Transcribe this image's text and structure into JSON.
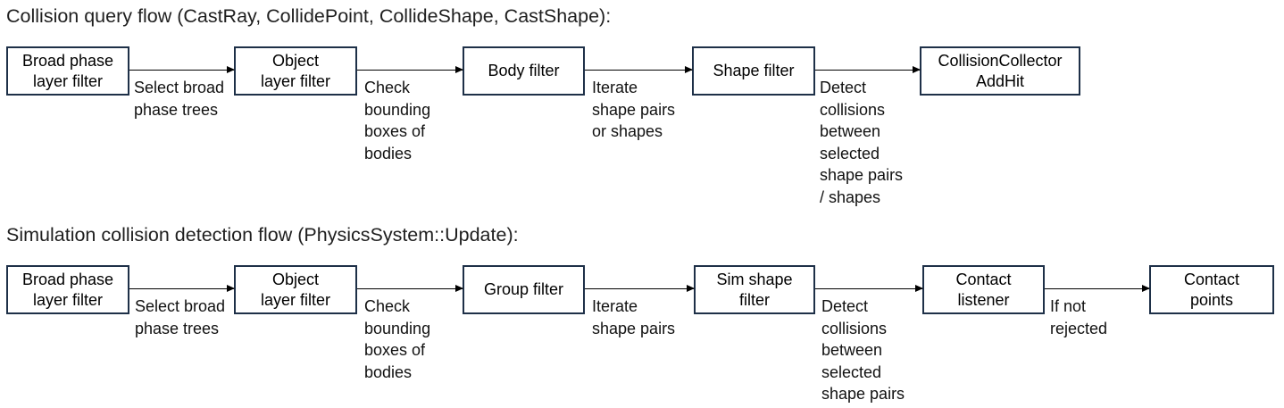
{
  "colors": {
    "box_border": "#1e3048",
    "arrow": "#000000",
    "text": "#1a1a1a",
    "background": "#ffffff"
  },
  "flow1": {
    "title": "Collision query flow (CastRay, CollidePoint, CollideShape, CastShape):",
    "nodes": [
      {
        "id": "broad-phase-layer-filter",
        "label": "Broad phase\nlayer filter"
      },
      {
        "id": "object-layer-filter",
        "label": "Object\nlayer filter"
      },
      {
        "id": "body-filter",
        "label": "Body filter"
      },
      {
        "id": "shape-filter",
        "label": "Shape filter"
      },
      {
        "id": "collision-collector-addhit",
        "label": "CollisionCollector\nAddHit"
      }
    ],
    "edge_labels": [
      "Select broad\nphase trees",
      "Check\nbounding\nboxes of\nbodies",
      "Iterate\nshape pairs\nor shapes",
      "Detect\ncollisions\nbetween\nselected\nshape pairs\n/ shapes"
    ]
  },
  "flow2": {
    "title": "Simulation collision detection flow (PhysicsSystem::Update):",
    "nodes": [
      {
        "id": "broad-phase-layer-filter",
        "label": "Broad phase\nlayer filter"
      },
      {
        "id": "object-layer-filter",
        "label": "Object\nlayer filter"
      },
      {
        "id": "group-filter",
        "label": "Group filter"
      },
      {
        "id": "sim-shape-filter",
        "label": "Sim shape\nfilter"
      },
      {
        "id": "contact-listener",
        "label": "Contact\nlistener"
      },
      {
        "id": "contact-points",
        "label": "Contact\npoints"
      }
    ],
    "edge_labels": [
      "Select broad\nphase trees",
      "Check\nbounding\nboxes of\nbodies",
      "Iterate\nshape pairs",
      "Detect\ncollisions\nbetween\nselected\nshape pairs",
      "If not\nrejected"
    ]
  }
}
